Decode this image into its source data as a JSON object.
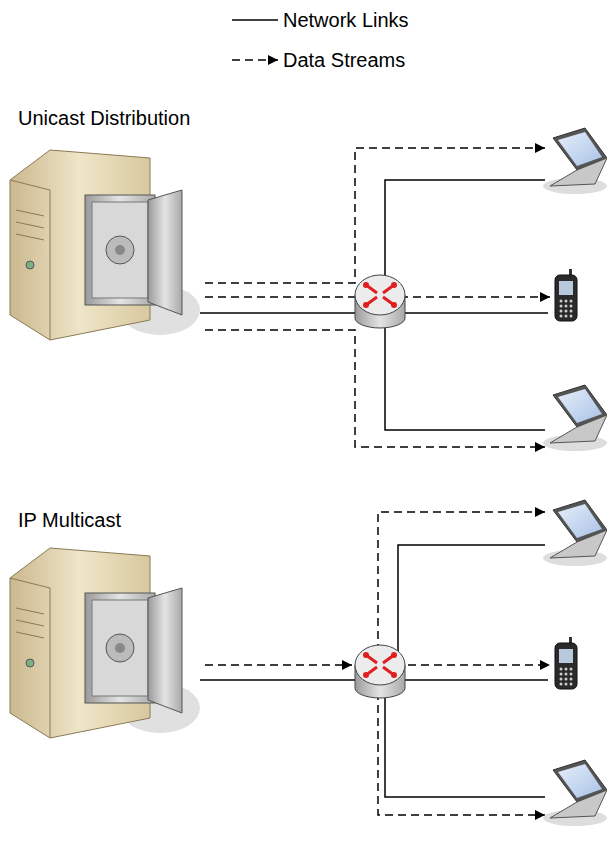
{
  "diagram": {
    "labels": [
      "Unicast Distribution",
      "IP Multicast"
    ],
    "legend": [
      {
        "text": "Network Links"
      },
      {
        "text": "Data Streams"
      }
    ]
  }
}
